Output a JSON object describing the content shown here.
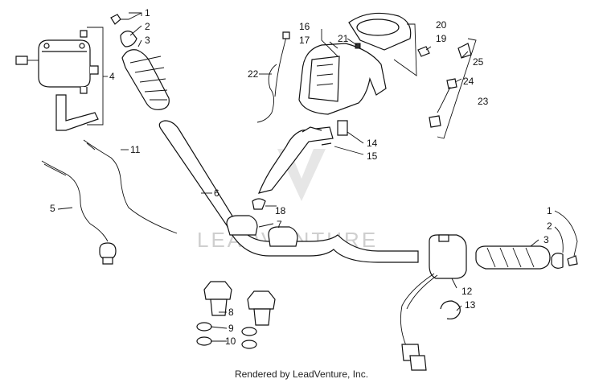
{
  "labels": [
    "1",
    "2",
    "3",
    "4",
    "5",
    "6",
    "7",
    "8",
    "9",
    "10",
    "11",
    "12",
    "13",
    "14",
    "15",
    "16",
    "17",
    "18",
    "19",
    "20",
    "21",
    "22",
    "23",
    "24",
    "25"
  ],
  "watermark": "LEADVENTURE",
  "footer": "Rendered by LeadVenture, Inc."
}
